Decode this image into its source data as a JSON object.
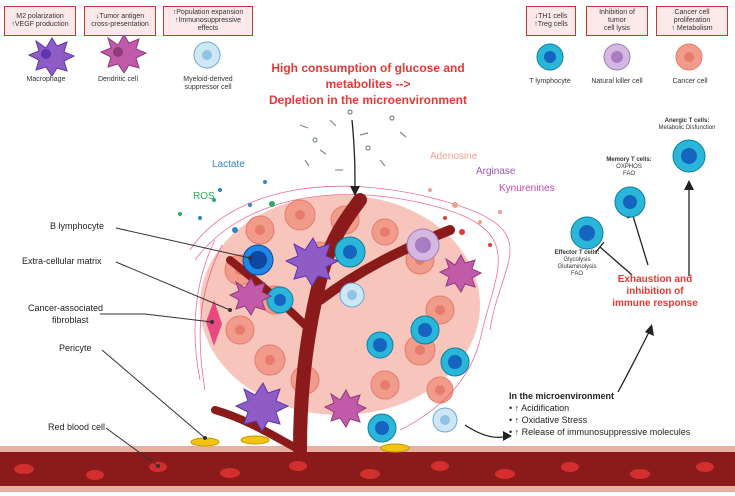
{
  "top_boxes": [
    {
      "line1": "M2 polarization",
      "line2": "↑VEGF production"
    },
    {
      "line1": "↓Tumor antigen",
      "line2": "cross-presentation"
    },
    {
      "line1": "↑Population expansion",
      "line2": "↑Immunosuppressive effects"
    },
    {
      "line1": "↓TH1 cells",
      "line2": "↑Treg cells"
    },
    {
      "line1": "Inhibition of tumor",
      "line2": "cell lysis"
    },
    {
      "line1": "Cancer cell",
      "line2": "proliferation",
      "line3": "↑ Metabolism"
    }
  ],
  "cell_labels": {
    "macrophage": "Macrophage",
    "dendritic": "Dendritic cell",
    "mdsc_1": "Myeloid-derived",
    "mdsc_2": "suppressor cell",
    "t_lymphocyte": "T lymphocyte",
    "nk": "Natural killer cell",
    "cancer": "Cancer cell"
  },
  "headline": {
    "line1": "High consumption of glucose and",
    "line2": "metabolites -->",
    "line3": "Depletion in the microenvironment"
  },
  "metabolites": {
    "lactate": "Lactate",
    "ros": "ROS",
    "adenosine": "Adenosine",
    "arginase": "Arginase",
    "kynurenines": "Kynurenines"
  },
  "structure_labels": {
    "b_lymphocyte": "B lymphocyte",
    "ecm": "Extra-cellular matrix",
    "caf_1": "Cancer-associated",
    "caf_2": "fibroblast",
    "pericyte": "Pericyte",
    "rbc": "Red blood cell"
  },
  "t_states": {
    "anergic_title": "Anergic T cells:",
    "anergic_desc": "Metabolic Disfunction",
    "memory_title": "Memory T cells:",
    "memory_1": "OXPHOS",
    "memory_2": "FAO",
    "effector_title": "Effector T cells:",
    "effector_1": "Glycolysis",
    "effector_2": "Glutaminolysis",
    "effector_3": "FAO"
  },
  "exhaustion": {
    "line1": "Exhaustion and",
    "line2": "inhibition of",
    "line3": "immune response"
  },
  "environment": {
    "title": "In the microenvironment",
    "items": [
      "• ↑ Acidification",
      "• ↑ Oxidative Stress",
      "• ↑ Release of immunosuppressive molecules"
    ]
  },
  "colors": {
    "box_border": "#c0392b",
    "box_fill": "#fbe9ea",
    "headline": "#e53935",
    "lactate": "#2e86c1",
    "ros": "#27ae60",
    "adenosine": "#f0a090",
    "arginase": "#9b59b6",
    "kynurenines": "#cc44aa",
    "vessel": "#8b1a1a",
    "t_cell": "#29b6d8"
  }
}
